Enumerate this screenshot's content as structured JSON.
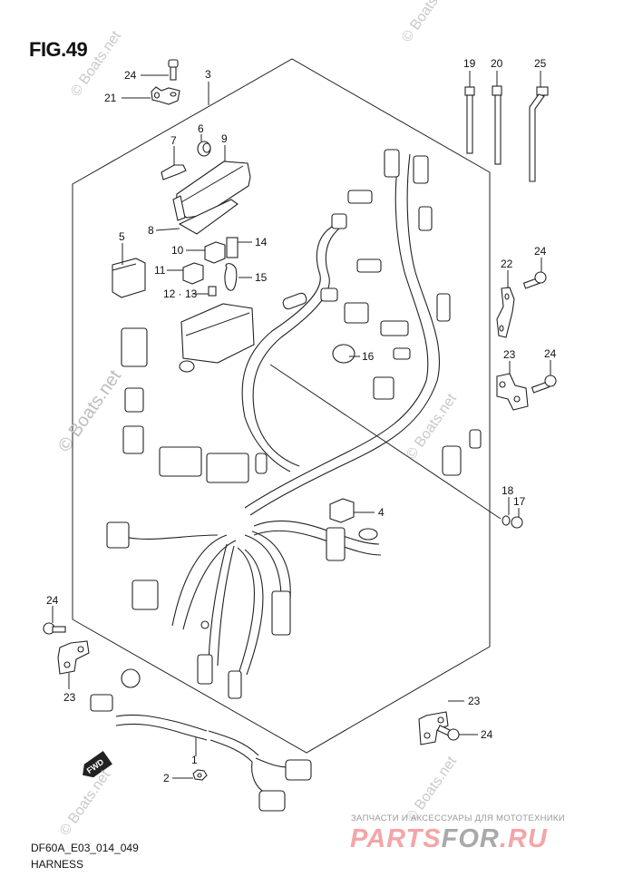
{
  "figure": {
    "title": "FIG.49",
    "code": "DF60A_E03_014_049",
    "name": "HARNESS"
  },
  "direction_marker": "FWD",
  "watermark": "© Boats.net",
  "promo": {
    "subtitle": "ЗАПЧАСТИ И АКСЕССУАРЫ ДЛЯ МОТОТЕХНИКИ",
    "brand_part1": "PARTS",
    "brand_part2": "FOR",
    "brand_part3": ".RU"
  },
  "callouts": [
    {
      "id": "c1",
      "label": "1",
      "part": "wiring-harness-sub"
    },
    {
      "id": "c2",
      "label": "2",
      "part": "nut"
    },
    {
      "id": "c3",
      "label": "3",
      "part": "main-wiring-harness"
    },
    {
      "id": "c4",
      "label": "4",
      "part": "cap"
    },
    {
      "id": "c5",
      "label": "5",
      "part": "relay"
    },
    {
      "id": "c6",
      "label": "6",
      "part": "grommet"
    },
    {
      "id": "c7",
      "label": "7",
      "part": "clip"
    },
    {
      "id": "c8",
      "label": "8",
      "part": "seal"
    },
    {
      "id": "c9",
      "label": "9",
      "part": "fuse-box-cover"
    },
    {
      "id": "c10",
      "label": "10",
      "part": "relay"
    },
    {
      "id": "c11",
      "label": "11",
      "part": "relay"
    },
    {
      "id": "c12_13",
      "label": "12 · 13",
      "part": "fuse"
    },
    {
      "id": "c14",
      "label": "14",
      "part": "fuse-puller"
    },
    {
      "id": "c15",
      "label": "15",
      "part": "cap"
    },
    {
      "id": "c16",
      "label": "16",
      "part": "sensor"
    },
    {
      "id": "c17",
      "label": "17",
      "part": "nut"
    },
    {
      "id": "c18",
      "label": "18",
      "part": "washer"
    },
    {
      "id": "c19",
      "label": "19",
      "part": "cable-tie"
    },
    {
      "id": "c20",
      "label": "20",
      "part": "cable-tie"
    },
    {
      "id": "c21",
      "label": "21",
      "part": "bracket"
    },
    {
      "id": "c22",
      "label": "22",
      "part": "clamp"
    },
    {
      "id": "c23a",
      "label": "23",
      "part": "clamp"
    },
    {
      "id": "c23b",
      "label": "23",
      "part": "clamp"
    },
    {
      "id": "c23c",
      "label": "23",
      "part": "clamp"
    },
    {
      "id": "c24a",
      "label": "24",
      "part": "bolt"
    },
    {
      "id": "c24b",
      "label": "24",
      "part": "bolt"
    },
    {
      "id": "c24c",
      "label": "24",
      "part": "bolt"
    },
    {
      "id": "c24d",
      "label": "24",
      "part": "bolt"
    },
    {
      "id": "c24e",
      "label": "24",
      "part": "bolt"
    },
    {
      "id": "c25",
      "label": "25",
      "part": "cable-tie"
    }
  ]
}
